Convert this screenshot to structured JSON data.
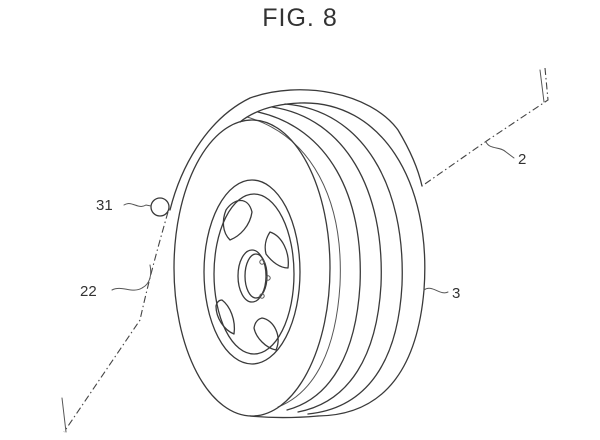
{
  "figure": {
    "title": "FIG. 8",
    "labels": {
      "vehicle_body": "2",
      "tire": "3",
      "wheel_house_line": "22",
      "sensor": "31"
    }
  }
}
